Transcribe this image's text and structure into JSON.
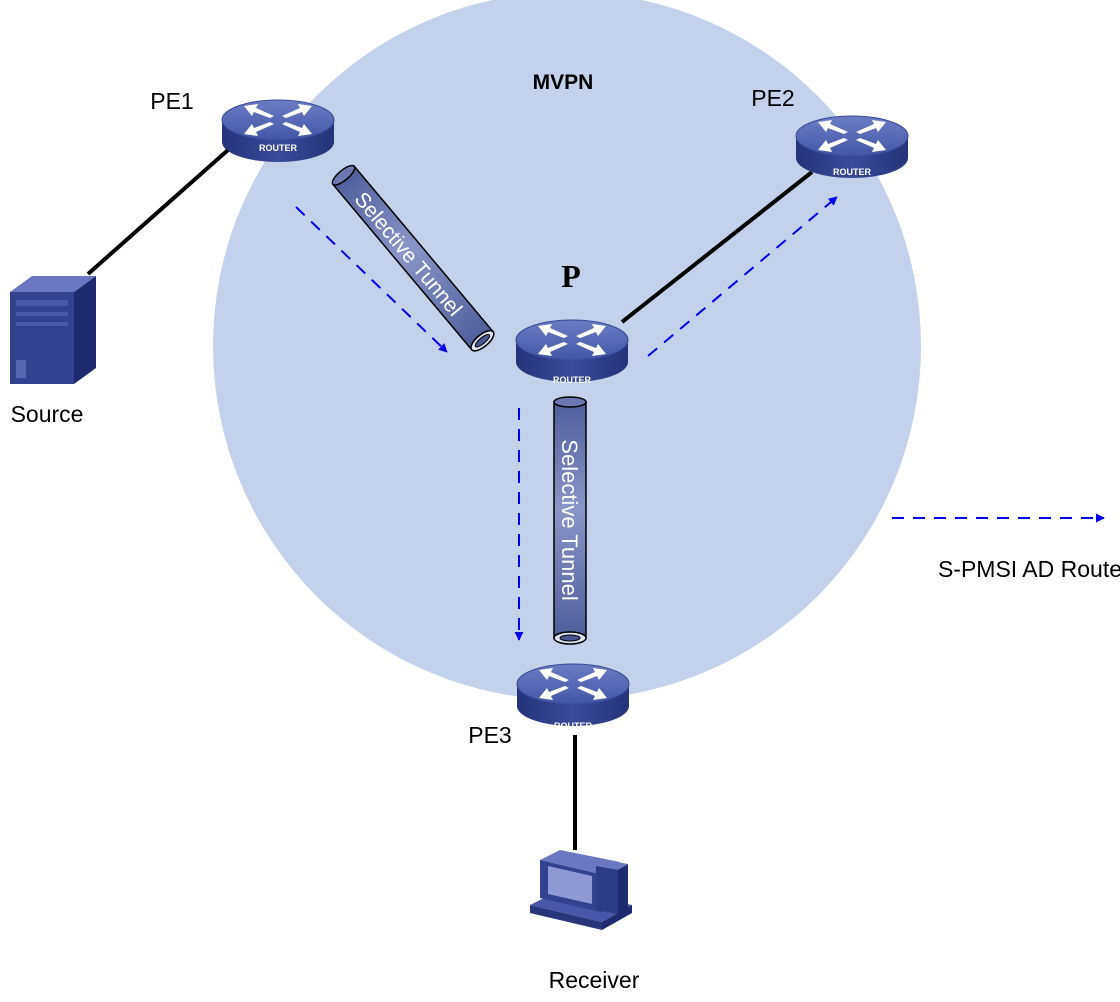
{
  "diagram": {
    "mvpn_label": "MVPN",
    "nodes": {
      "pe1": {
        "label": "PE1",
        "device_text": "ROUTER",
        "icon": "router-icon"
      },
      "pe2": {
        "label": "PE2",
        "device_text": "ROUTER",
        "icon": "router-icon"
      },
      "p": {
        "label": "P",
        "device_text": "ROUTER",
        "icon": "router-icon"
      },
      "pe3": {
        "label": "PE3",
        "device_text": "ROUTER",
        "icon": "router-icon"
      },
      "source": {
        "label": "Source",
        "icon": "server-icon"
      },
      "receiver": {
        "label": "Receiver",
        "icon": "desktop-computer-icon"
      }
    },
    "tunnels": {
      "upper": {
        "label": "Selective Tunnel"
      },
      "lower": {
        "label": "Selective Tunnel"
      }
    },
    "legend": {
      "route_label": "S-PMSI AD Route"
    },
    "colors": {
      "mvpn_area": "#c3d1ea",
      "router_blue": "#4a5ba9",
      "router_dark": "#2c3a82",
      "tunnel_fill": "#6b78b3",
      "arrow_blue": "#0000ee",
      "link_black": "#000000"
    }
  }
}
